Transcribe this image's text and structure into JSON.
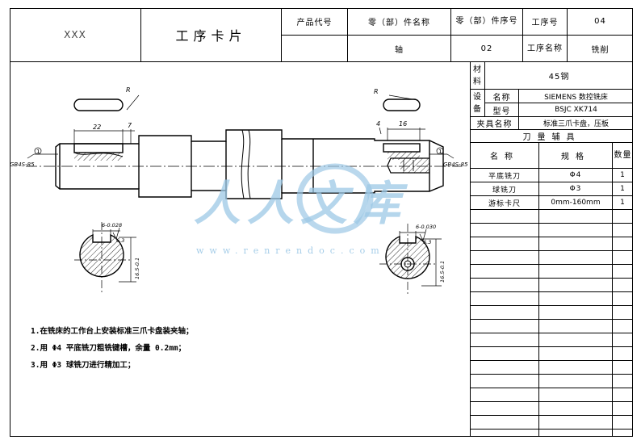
{
  "header": {
    "company": "XXX",
    "title": "工序卡片",
    "product_code_label": "产品代号",
    "product_code_value": "",
    "part_name_label": "零（部）件名称",
    "part_name_value": "轴",
    "part_no_label": "零（部）件序号",
    "part_no_value": "02",
    "op_no_label": "工序号",
    "op_no_value": "04",
    "op_name_label": "工序名称",
    "op_name_value": "铣削"
  },
  "side": {
    "material_label": "材料",
    "material_value": "45钢",
    "equipment_label": "设备",
    "name_label": "名称",
    "name_value": "SIEMENS 数控铣床",
    "model_label": "型号",
    "model_value": "BSJC XK714",
    "fixture_label": "夹具名称",
    "fixture_value": "标准三爪卡盘，压板",
    "tools_header": "刀量辅具",
    "col_name": "名称",
    "col_spec": "规格",
    "col_qty": "数量",
    "tools": [
      {
        "name": "平底铣刀",
        "spec": "Φ4",
        "qty": "1"
      },
      {
        "name": "球铣刀",
        "spec": "Φ3",
        "qty": "1"
      },
      {
        "name": "游标卡尺",
        "spec": "0mm-160mm",
        "qty": "1"
      }
    ]
  },
  "drawing": {
    "dim_R_left": "R",
    "dim_R_right": "R",
    "dim_22": "22",
    "dim_7": "7",
    "dim_4": "4",
    "dim_16": "16",
    "gb_left": "GB4S-85",
    "gb_right": "GB4S-85",
    "circle_mark": "1",
    "tol_left": "6-0.028",
    "tol_right": "6-0.030",
    "ra_left": "6.3",
    "ra_right": "6.3",
    "dia_left": "16.5-0.1",
    "dia_right": "16.5-0.1"
  },
  "steps": [
    "1.在铣床的工作台上安装标准三爪卡盘装夹轴；",
    "2.用 Φ4 平底铣刀粗铣键槽，余量 0.2mm；",
    "3.用 Φ3 球铣刀进行精加工；"
  ],
  "watermark": {
    "text": "人人文库",
    "url": "www.renrendoc.com"
  }
}
